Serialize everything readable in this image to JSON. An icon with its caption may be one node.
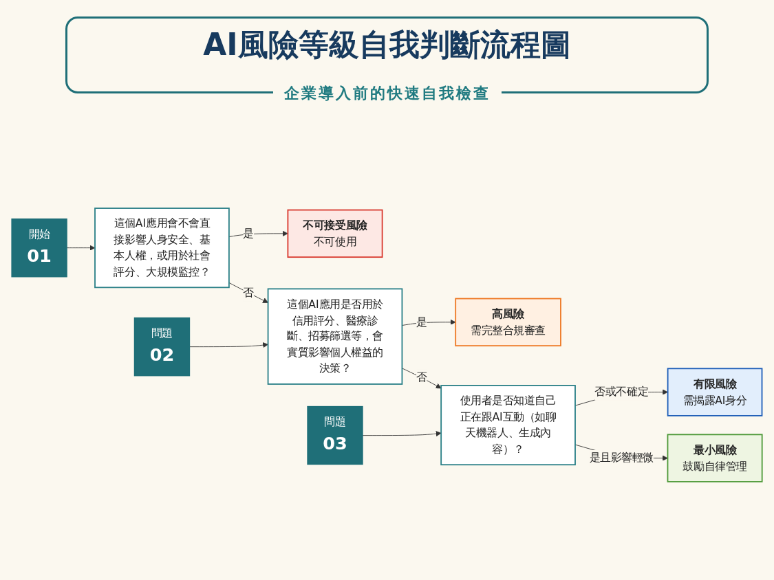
{
  "diagram": {
    "title": "AI風險等級自我判斷流程圖",
    "nodes": [
      {
        "text": [
          "開始",
          "01"
        ]
      },
      {
        "text": [
          "這個AI應用會不會直接影響人身安全、基本人權，或用於社會評分、大規模監控？"
        ]
      },
      {
        "text": [
          "不可接受風險",
          "不可使用"
        ]
      },
      {
        "text": [
          "問題",
          "02"
        ]
      },
      {
        "text": [
          "這個AI應用是否用於信用評分、醫療診斷、招募篩選等，會實質影響個人權益的決策？"
        ]
      },
      {
        "text": [
          "高風險",
          "需完整合規審查"
        ]
      },
      {
        "text": [
          "問題",
          "03"
        ]
      },
      {
        "text": [
          "使用者是否知道自己正在跟AI互動（如聊天機器人、生成內容）？"
        ]
      },
      {
        "text": [
          "有限風險",
          "需揭露AI身分"
        ]
      },
      {
        "text": [
          "最小風險",
          "鼓勵自律管理"
        ]
      }
    ],
    "edges": [
      {
        "from": 0,
        "to": 1,
        "arrow": "to"
      },
      {
        "from": 1,
        "to": 2,
        "arrow": "to",
        "label": "是"
      },
      {
        "from": 1,
        "to": 4,
        "arrow": "to",
        "label": "否"
      },
      {
        "from": 3,
        "to": 4,
        "arrow": "to"
      },
      {
        "from": 4,
        "to": 5,
        "arrow": "to",
        "label": "是"
      },
      {
        "from": 4,
        "to": 7,
        "arrow": "to",
        "label": "否"
      },
      {
        "from": 6,
        "to": 7,
        "arrow": "to"
      },
      {
        "from": 7,
        "to": 8,
        "arrow": "to",
        "label": "否或不確定"
      },
      {
        "from": 7,
        "to": 9,
        "arrow": "to",
        "label": "是且影響輕微"
      }
    ],
    "labels": [
      "企業導入前的快速自我檢查"
    ]
  }
}
